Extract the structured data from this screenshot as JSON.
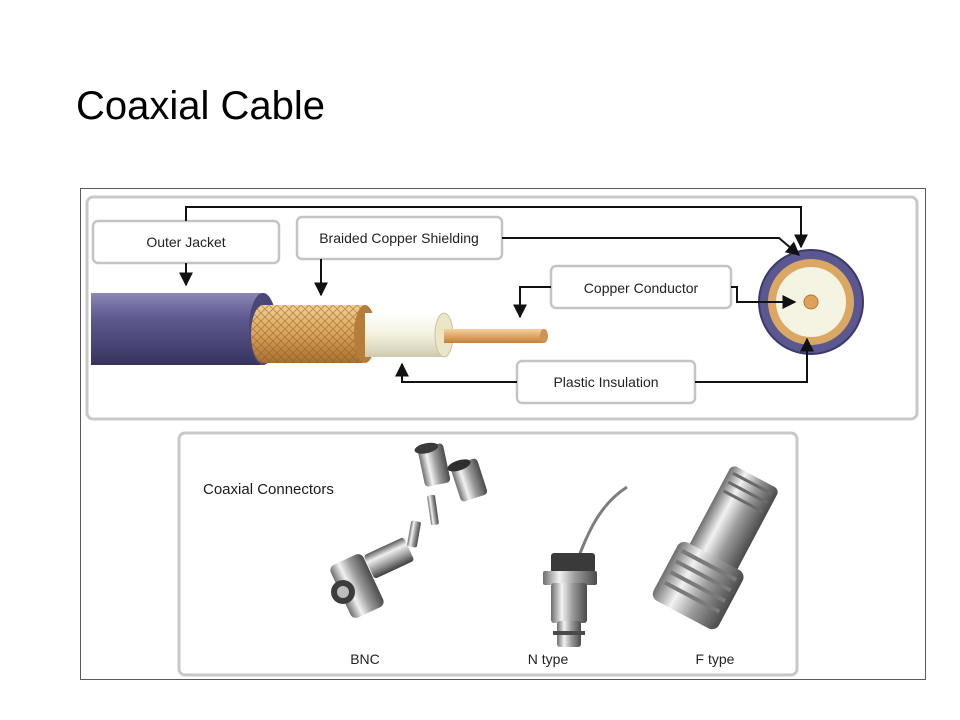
{
  "slide": {
    "title": "Coaxial Cable"
  },
  "cable_diagram": {
    "labels": {
      "outer_jacket": "Outer Jacket",
      "braided_shielding": "Braided Copper Shielding",
      "copper_conductor": "Copper Conductor",
      "plastic_insulation": "Plastic Insulation"
    },
    "colors": {
      "jacket": "#5e5a8f",
      "braid": "#d9a35c",
      "insulation": "#f3f1dc",
      "conductor": "#e0a15a",
      "panel_border": "#c8c8c8"
    }
  },
  "connectors": {
    "heading": "Coaxial Connectors",
    "items": [
      {
        "label": "BNC"
      },
      {
        "label": "N type"
      },
      {
        "label": "F type"
      }
    ]
  }
}
